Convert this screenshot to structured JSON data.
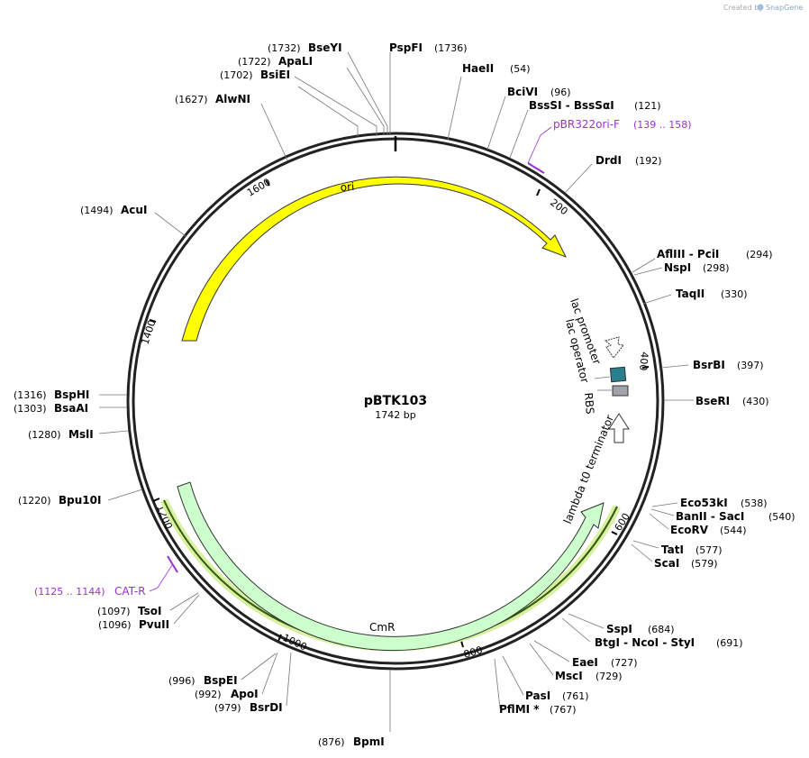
{
  "plasmid": {
    "name": "pBTK103",
    "length_label": "1742 bp"
  },
  "credit": {
    "prefix": "Created by",
    "brand": "SnapGene"
  },
  "ticks": [
    "200",
    "400",
    "600",
    "800",
    "1000",
    "1200",
    "1400",
    "1600"
  ],
  "features": {
    "ori": "ori",
    "cmr": "CmR",
    "lac_promoter": "lac promoter",
    "lac_operator": "lac operator",
    "rbs": "RBS",
    "terminator": "lambda t0 terminator"
  },
  "primers": [
    {
      "name": "pBR322ori-F",
      "range": "(139 .. 158)"
    },
    {
      "name": "CAT-R",
      "range": "(1125 .. 1144)"
    }
  ],
  "sites": [
    {
      "name": "BseYI",
      "pos": "(1732)"
    },
    {
      "name": "ApaLI",
      "pos": "(1722)"
    },
    {
      "name": "BsiEI",
      "pos": "(1702)"
    },
    {
      "name": "AlwNI",
      "pos": "(1627)"
    },
    {
      "name": "PspFI",
      "pos": "(1736)"
    },
    {
      "name": "HaeII",
      "pos": "(54)"
    },
    {
      "name": "BciVI",
      "pos": "(96)"
    },
    {
      "name": "BssSI  -  BssSαI",
      "pos": "(121)"
    },
    {
      "name": "DrdI",
      "pos": "(192)"
    },
    {
      "name": "AflIII  -  PciI",
      "pos": "(294)"
    },
    {
      "name": "NspI",
      "pos": "(298)"
    },
    {
      "name": "TaqII",
      "pos": "(330)"
    },
    {
      "name": "BsrBI",
      "pos": "(397)"
    },
    {
      "name": "BseRI",
      "pos": "(430)"
    },
    {
      "name": "Eco53kI",
      "pos": "(538)"
    },
    {
      "name": "BanII  -  SacI",
      "pos": "(540)"
    },
    {
      "name": "EcoRV",
      "pos": "(544)"
    },
    {
      "name": "TatI",
      "pos": "(577)"
    },
    {
      "name": "ScaI",
      "pos": "(579)"
    },
    {
      "name": "SspI",
      "pos": "(684)"
    },
    {
      "name": "BtgI  -  NcoI  -  StyI",
      "pos": "(691)"
    },
    {
      "name": "EaeI",
      "pos": "(727)"
    },
    {
      "name": "MscI",
      "pos": "(729)"
    },
    {
      "name": "PasI",
      "pos": "(761)"
    },
    {
      "name": "PflMI *",
      "pos": "(767)"
    },
    {
      "name": "BpmI",
      "pos": "(876)"
    },
    {
      "name": "BsrDI",
      "pos": "(979)"
    },
    {
      "name": "ApoI",
      "pos": "(992)"
    },
    {
      "name": "BspEI",
      "pos": "(996)"
    },
    {
      "name": "PvuII",
      "pos": "(1096)"
    },
    {
      "name": "TsoI",
      "pos": "(1097)"
    },
    {
      "name": "Bpu10I",
      "pos": "(1220)"
    },
    {
      "name": "MslI",
      "pos": "(1280)"
    },
    {
      "name": "BsaAI",
      "pos": "(1303)"
    },
    {
      "name": "BspHI",
      "pos": "(1316)"
    },
    {
      "name": "AcuI",
      "pos": "(1494)"
    }
  ],
  "colors": {
    "ori": "#ffff00",
    "cmr": "#ccffcc",
    "primer": "#9b30d0",
    "lac_operator": "#2a7f8f",
    "rbs": "#a0a4a8",
    "highlight": "#d8f0a0"
  }
}
